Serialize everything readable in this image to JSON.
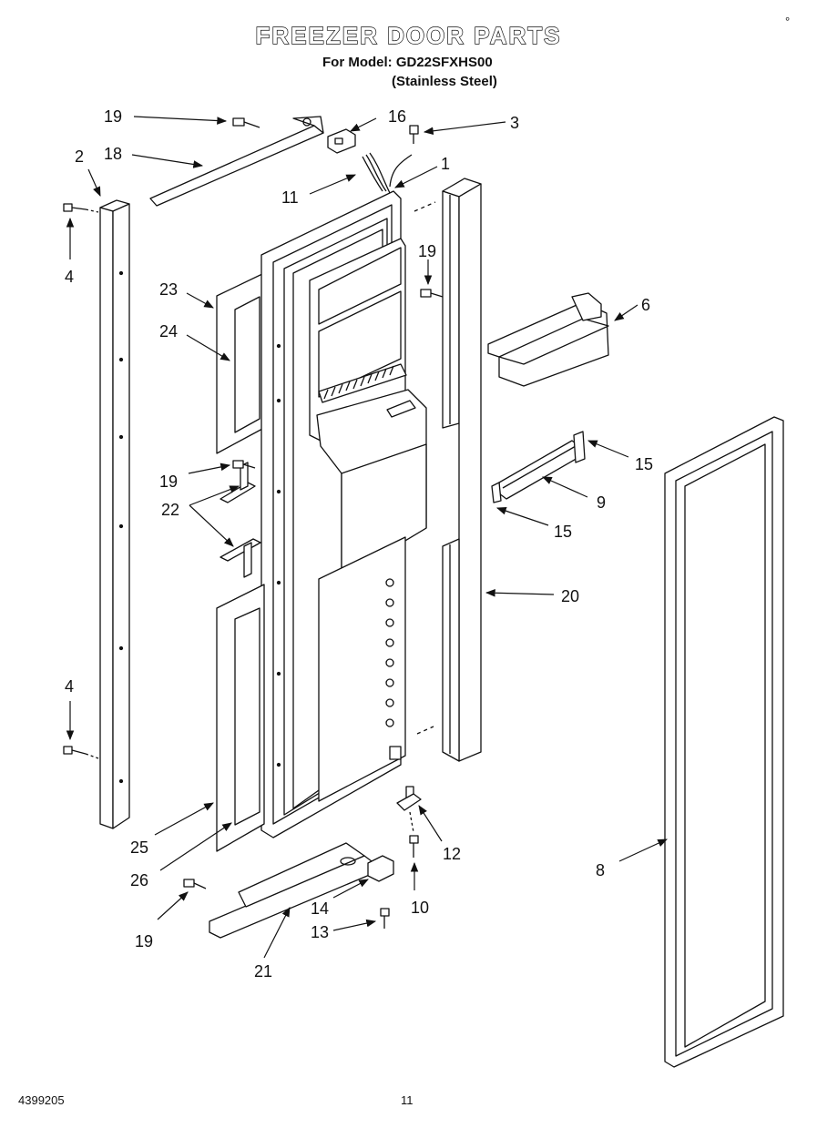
{
  "header": {
    "title": "FREEZER DOOR PARTS",
    "model_line": "For Model: GD22SFXHS00",
    "finish_line": "(Stainless Steel)",
    "corner_mark": "°"
  },
  "footer": {
    "doc_number": "4399205",
    "page_number": "11"
  },
  "callouts": [
    {
      "id": "c19a",
      "label": "19"
    },
    {
      "id": "c16",
      "label": "16"
    },
    {
      "id": "c3",
      "label": "3"
    },
    {
      "id": "c2",
      "label": "2"
    },
    {
      "id": "c18",
      "label": "18"
    },
    {
      "id": "c1",
      "label": "1"
    },
    {
      "id": "c11",
      "label": "11"
    },
    {
      "id": "c4a",
      "label": "4"
    },
    {
      "id": "c19b",
      "label": "19"
    },
    {
      "id": "c23",
      "label": "23"
    },
    {
      "id": "c6",
      "label": "6"
    },
    {
      "id": "c24",
      "label": "24"
    },
    {
      "id": "c15a",
      "label": "15"
    },
    {
      "id": "c19c",
      "label": "19"
    },
    {
      "id": "c9",
      "label": "9"
    },
    {
      "id": "c22",
      "label": "22"
    },
    {
      "id": "c15b",
      "label": "15"
    },
    {
      "id": "c20",
      "label": "20"
    },
    {
      "id": "c4b",
      "label": "4"
    },
    {
      "id": "c25",
      "label": "25"
    },
    {
      "id": "c12",
      "label": "12"
    },
    {
      "id": "c26",
      "label": "26"
    },
    {
      "id": "c8",
      "label": "8"
    },
    {
      "id": "c14",
      "label": "14"
    },
    {
      "id": "c10",
      "label": "10"
    },
    {
      "id": "c13",
      "label": "13"
    },
    {
      "id": "c19d",
      "label": "19"
    },
    {
      "id": "c21",
      "label": "21"
    }
  ]
}
